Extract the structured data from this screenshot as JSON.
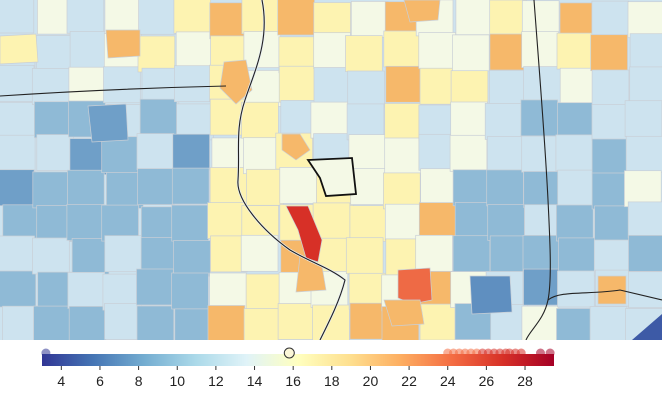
{
  "map": {
    "palette": {
      "dark_blue": "#3b5ba8",
      "mid_blue": "#8fbad6",
      "light_blue": "#cde3ef",
      "pale": "#f4f9e6",
      "light_yellow": "#fdf3b1",
      "orange": "#f6b86a",
      "dark_orange": "#ee6a45",
      "red": "#d73027",
      "border": "#c9cfd6",
      "state_line": "#222222",
      "highlight_outline": "#111111"
    }
  },
  "legend": {
    "min": 3,
    "max": 29.5,
    "marker_value": 15.8,
    "ticks": [
      "4",
      "6",
      "8",
      "10",
      "12",
      "14",
      "16",
      "18",
      "20",
      "22",
      "24",
      "26",
      "28"
    ],
    "stops": [
      "#313695",
      "#4575b4",
      "#74add1",
      "#abd9e9",
      "#e0f3f8",
      "#ffffbf",
      "#fee090",
      "#fdae61",
      "#f46d43",
      "#d73027",
      "#a50026"
    ],
    "dots": [
      3.2,
      24.0,
      24.3,
      24.6,
      24.9,
      25.2,
      25.5,
      25.8,
      26.1,
      26.4,
      26.7,
      27.0,
      27.2,
      27.5,
      27.8,
      28.8,
      29.3
    ]
  }
}
